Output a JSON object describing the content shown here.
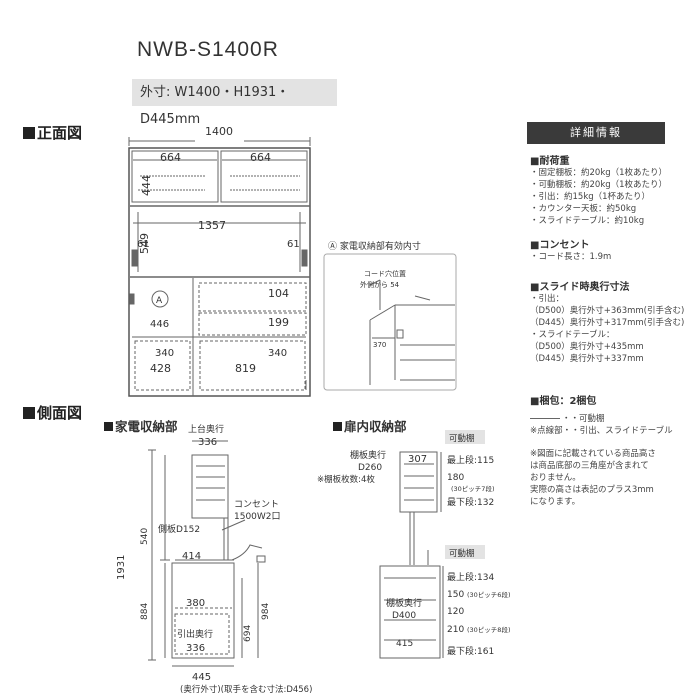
{
  "model": "NWB-S1400R",
  "outer_dims": "外寸: W1400・H1931・D445mm",
  "front_view": {
    "title": "正面図",
    "width_total": "1400",
    "upper_left_width": "664",
    "upper_right_width": "664",
    "upper_height": "444",
    "middle_width": "1357",
    "middle_height": "549",
    "side_left": "61",
    "side_right": "61",
    "marker": "A",
    "lower_left_width": "446",
    "drawer_top": "104",
    "drawer_mid": "199",
    "base_left_h": "340",
    "base_right_h": "340",
    "base_left_w": "428",
    "base_right_w": "819"
  },
  "detail_a": {
    "title": "Ⓐ 家電収納部有効内寸",
    "outlet_note_1": "コード穴位置",
    "outlet_note_2": "外側から 54",
    "depth": "370"
  },
  "side_view": {
    "title": "側面図",
    "appliance_title": "家電収納部",
    "upper_depth_label": "上台奥行",
    "upper_depth": "336",
    "outlet_label_1": "コンセント",
    "outlet_label_2": "1500W2口",
    "side_board": "側板D152",
    "h540": "540",
    "total_h": "1931",
    "counter_d": "414",
    "lower_h": "884",
    "inner_w": "380",
    "pull_label": "引出奥行",
    "pull_depth": "336",
    "h694": "694",
    "h984": "984",
    "bottom_depth": "445",
    "bottom_note": "(奥行外寸)(取手を含む寸法:D456)"
  },
  "door_view": {
    "title": "扉内収納部",
    "movable_shelf_1": "可動棚",
    "shelf_depth_label": "棚板奥行",
    "shelf_depth": "D260",
    "shelf_count": "※棚板枚数:4枚",
    "inner_w": "307",
    "top_step": "最上段:115",
    "pitch1_val": "180",
    "pitch1_note": "(30ピッチ7段)",
    "bottom_step": "最下段:132",
    "movable_shelf_2": "可動棚",
    "top_step2": "最上段:134",
    "pitch2_val": "150",
    "pitch2_note": "(30ピッチ6段)",
    "shelf2_depth_label": "棚板奥行",
    "shelf2_depth": "D400",
    "mid120": "120",
    "pitch3_val": "210",
    "pitch3_note": "(30ピッチ8段)",
    "bottom_w": "415",
    "bottom_step2": "最下段:161"
  },
  "spec": {
    "header": "詳細情報",
    "load_title": "■耐荷重",
    "load_items": [
      "・固定棚板：約20kg（1枚あたり）",
      "・可動棚板：約20kg（1枚あたり）",
      "・引出：約15kg（1杯あたり）",
      "・カウンター天板：約50kg",
      "・スライドテーブル：約10kg"
    ],
    "outlet_title": "■コンセント",
    "outlet_items": [
      "・コード長さ：1.9m"
    ],
    "slide_title": "■スライド時奥行寸法",
    "slide_items": [
      "・引出：",
      "（D500）奥行外寸+363mm(引手含む)",
      "（D445）奥行外寸+317mm(引手含む)",
      "・スライドテーブル：",
      "（D500）奥行外寸+435mm",
      "（D445）奥行外寸+337mm"
    ],
    "pack_title": "■梱包：2梱包",
    "legend_1": "・・可動棚",
    "legend_2": "※点線部・・引出、スライドテーブル",
    "notes": [
      "※図面に記載されている商品高さ",
      "は商品底部の三角座が含まれて",
      "おりません。",
      "実際の高さは表記のプラス3mm",
      "になります。"
    ]
  }
}
